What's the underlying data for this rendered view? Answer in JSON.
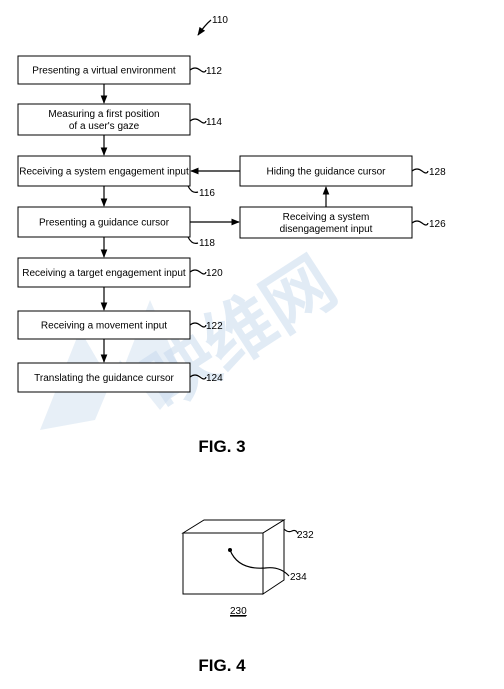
{
  "fig3": {
    "ref": "110",
    "caption": "FIG. 3",
    "steps": [
      {
        "ref": "112",
        "text": [
          "Presenting a virtual environment"
        ]
      },
      {
        "ref": "114",
        "text": [
          "Measuring a first position",
          "of a user's gaze"
        ]
      },
      {
        "ref": "116",
        "text": [
          "Receiving a system engagement input"
        ]
      },
      {
        "ref": "118",
        "text": [
          "Presenting a guidance cursor"
        ]
      },
      {
        "ref": "120",
        "text": [
          "Receiving a target engagement input"
        ]
      },
      {
        "ref": "122",
        "text": [
          "Receiving a movement input"
        ]
      },
      {
        "ref": "124",
        "text": [
          "Translating the guidance cursor"
        ]
      },
      {
        "ref": "128",
        "text": [
          "Hiding the guidance cursor"
        ]
      },
      {
        "ref": "126",
        "text": [
          "Receiving a system",
          "disengagement input"
        ]
      }
    ]
  },
  "fig4": {
    "caption": "FIG. 4",
    "ref_cube": "232",
    "ref_point": "234",
    "ref_figure": "230"
  },
  "watermark": "映维网"
}
